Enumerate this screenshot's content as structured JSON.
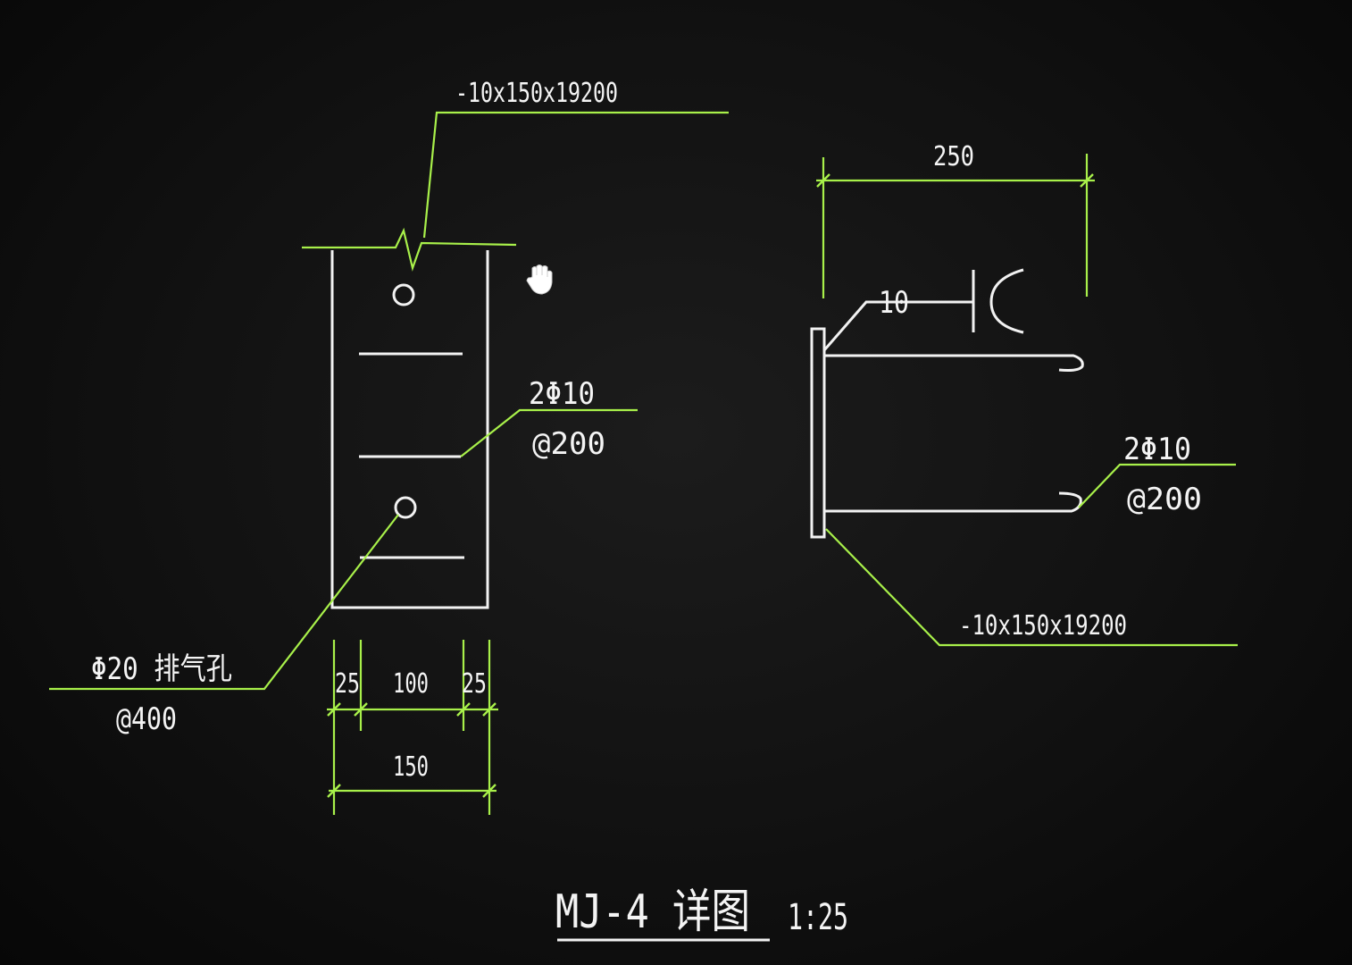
{
  "drawing": {
    "plate_spec_top": "-10x150x19200",
    "plate_spec_side": "-10x150x19200",
    "rebar_front": {
      "count": "2Φ10",
      "spacing": "@200"
    },
    "rebar_side": {
      "count": "2Φ10",
      "spacing": "@200"
    },
    "vent_hole": {
      "label": "Φ20 排气孔",
      "spacing": "@400"
    },
    "plate_thickness": "10",
    "dims": {
      "edge_left": "25",
      "middle": "100",
      "edge_right": "25",
      "total_width": "150",
      "anchor_length": "250"
    },
    "title": "MJ-4 详图",
    "scale": "1:25"
  },
  "colors": {
    "background": "#111111",
    "geometry": "#f2f2f2",
    "annotation": "#a8f04a",
    "text": "#f4f4f4"
  },
  "icons": {
    "cursor": "pan-hand-icon",
    "weld_symbol": "weld-symbol-icon"
  }
}
